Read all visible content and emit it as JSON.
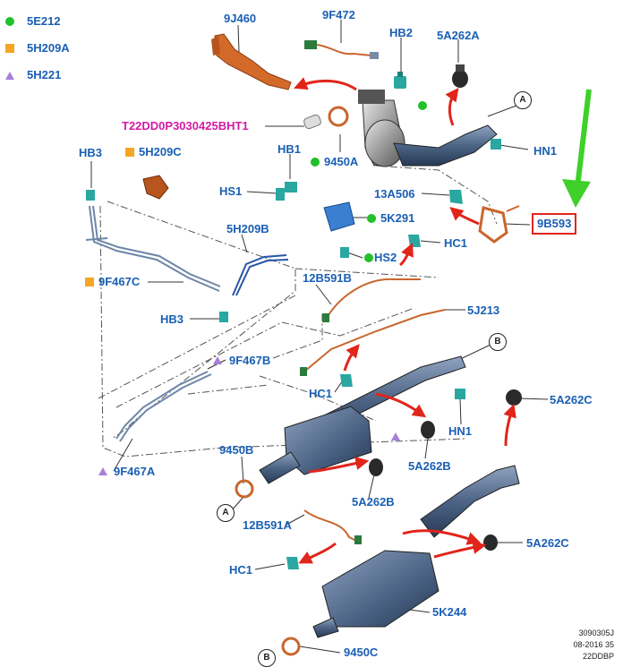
{
  "legend": [
    {
      "marker": "green-dot",
      "code": "5E212",
      "color": "#22c02a"
    },
    {
      "marker": "orange-square",
      "code": "5H209A",
      "color": "#f5a623"
    },
    {
      "marker": "purple-triangle",
      "code": "5H221",
      "color": "#a97fd8"
    }
  ],
  "labels": {
    "9J460": "9J460",
    "9F472": "9F472",
    "HB2": "HB2",
    "5A262A": "5A262A",
    "T22DD0P3030425BHT1": "T22DD0P3030425BHT1",
    "9450A": "9450A",
    "HN1_top": "HN1",
    "HB3_top": "HB3",
    "5H209C": "5H209C",
    "HB1": "HB1",
    "HS1": "HS1",
    "13A506": "13A506",
    "9B593": "9B593",
    "5K291": "5K291",
    "HS2": "HS2",
    "HC1_mid": "HC1",
    "5H209B": "5H209B",
    "9F467C": "9F467C",
    "12B591B": "12B591B",
    "5J213": "5J213",
    "HB3_bottom": "HB3",
    "9F467B": "9F467B",
    "HC1_left": "HC1",
    "HN1_bottom": "HN1",
    "5A262C_top": "5A262C",
    "5A262B_right": "5A262B",
    "9450B": "9450B",
    "9F467A": "9F467A",
    "5A262B_bottom": "5A262B",
    "12B591A": "12B591A",
    "5A262C_bottom": "5A262C",
    "HC1_bottom": "HC1",
    "5K244": "5K244",
    "9450C": "9450C"
  },
  "ref_letters": {
    "A_top": "A",
    "B_mid": "B",
    "A_bottom": "A",
    "B_bottom": "B"
  },
  "footer": {
    "line1": "3090305J",
    "line2": "08-2016 35",
    "line3": "22DDBP"
  },
  "colors": {
    "label_blue": "#1a5fb4",
    "highlight_pink": "#d21ca3",
    "arrow_red": "#e1251b",
    "pointer_green": "#3fd12a",
    "part_blue": "#3c4f6b",
    "part_orange": "#d46a2a",
    "part_teal": "#2aa7a1"
  }
}
